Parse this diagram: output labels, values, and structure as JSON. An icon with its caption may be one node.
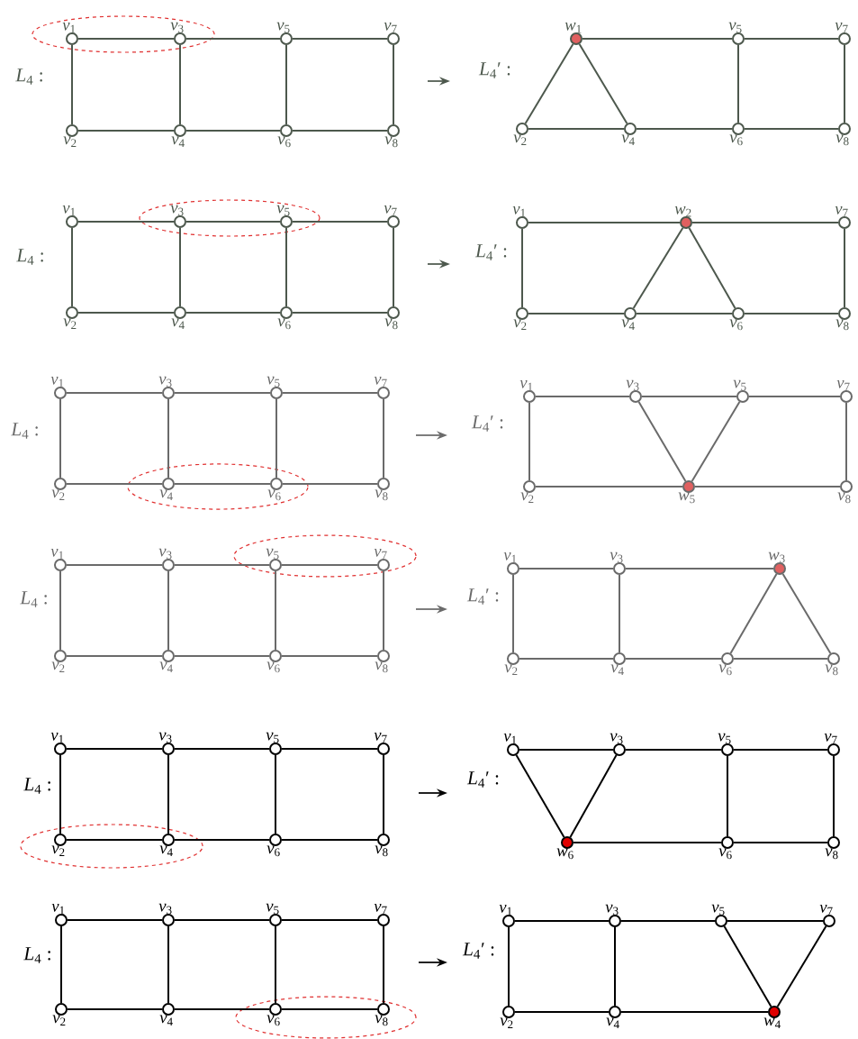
{
  "diagram": {
    "nodes": [
      {
        "text": [],
        "shape": "circle",
        "beside": [
          "*v*$_{1}$"
        ]
      },
      {
        "text": [],
        "shape": "circle",
        "beside": [
          "*v*$_{3}$"
        ]
      },
      {
        "text": [],
        "shape": "circle",
        "beside": [
          "*v*$_{5}$"
        ]
      },
      {
        "text": [],
        "shape": "circle",
        "beside": [
          "*v*$_{7}$"
        ]
      },
      {
        "text": [],
        "shape": "circle",
        "beside": [
          "*v*$_{2}$"
        ]
      },
      {
        "text": [],
        "shape": "circle",
        "beside": [
          "*v*$_{4}$"
        ]
      },
      {
        "text": [],
        "shape": "circle",
        "beside": [
          "*v*$_{6}$"
        ]
      },
      {
        "text": [],
        "shape": "circle",
        "beside": [
          "*v*$_{8}$"
        ]
      },
      {
        "text": [],
        "shape": "circle",
        "beside": [
          "*w*$_{1}$"
        ]
      },
      {
        "text": [],
        "shape": "circle",
        "beside": [
          "*v*$_{5}$"
        ]
      },
      {
        "text": [],
        "shape": "circle",
        "beside": [
          "*v*$_{7}$"
        ]
      },
      {
        "text": [],
        "shape": "circle",
        "beside": [
          "*v*$_{2}$"
        ]
      },
      {
        "text": [],
        "shape": "circle",
        "beside": [
          "*v*$_{4}$"
        ]
      },
      {
        "text": [],
        "shape": "circle",
        "beside": [
          "*v*$_{6}$"
        ]
      },
      {
        "text": [],
        "shape": "circle",
        "beside": [
          "*v*$_{8}$"
        ]
      },
      {
        "text": [],
        "shape": "circle",
        "beside": [
          "*v*$_{1}$"
        ]
      },
      {
        "text": [],
        "shape": "circle",
        "beside": [
          "*v*$_{3}$"
        ]
      },
      {
        "text": [],
        "shape": "circle",
        "beside": [
          "*v*$_{5}$"
        ]
      },
      {
        "text": [],
        "shape": "circle",
        "beside": [
          "*v*$_{7}$"
        ]
      },
      {
        "text": [],
        "shape": "circle",
        "beside": [
          "*v*$_{2}$"
        ]
      },
      {
        "text": [],
        "shape": "circle",
        "beside": [
          "*v*$_{4}$"
        ]
      },
      {
        "text": [],
        "shape": "circle",
        "beside": [
          "*v*$_{6}$"
        ]
      },
      {
        "text": [],
        "shape": "circle",
        "beside": [
          "*v*$_{8}$"
        ]
      },
      {
        "text": [],
        "shape": "circle",
        "beside": [
          "*v*$_{1}$"
        ]
      },
      {
        "text": [],
        "shape": "circle",
        "beside": [
          "*w*$_{2}$"
        ]
      },
      {
        "text": [],
        "shape": "circle",
        "beside": [
          "*v*$_{7}$"
        ]
      },
      {
        "text": [],
        "shape": "circle",
        "beside": [
          "*v*$_{2}$"
        ]
      },
      {
        "text": [],
        "shape": "circle",
        "beside": [
          "*v*$_{4}$"
        ]
      },
      {
        "text": [],
        "shape": "circle",
        "beside": [
          "*v*$_{6}$"
        ]
      },
      {
        "text": [],
        "shape": "circle",
        "beside": [
          "*v*$_{8}$"
        ]
      },
      {
        "text": [],
        "shape": "circle",
        "beside": [
          "*v*$_{1}$"
        ]
      },
      {
        "text": [],
        "shape": "circle",
        "beside": [
          "*v*$_{3}$"
        ]
      },
      {
        "text": [],
        "shape": "circle",
        "beside": [
          "*v*$_{5}$"
        ]
      },
      {
        "text": [],
        "shape": "circle",
        "beside": [
          "*v*$_{7}$"
        ]
      },
      {
        "text": [],
        "shape": "circle",
        "beside": [
          "*v*$_{2}$"
        ]
      },
      {
        "text": [],
        "shape": "circle",
        "beside": [
          "*v*$_{4}$"
        ]
      },
      {
        "text": [],
        "shape": "circle",
        "beside": [
          "*v*$_{6}$"
        ]
      },
      {
        "text": [],
        "shape": "circle",
        "beside": [
          "*v*$_{8}$"
        ]
      },
      {
        "text": [],
        "shape": "circle",
        "beside": [
          "*v*$_{1}$"
        ]
      },
      {
        "text": [],
        "shape": "circle",
        "beside": [
          "*v*$_{3}$"
        ]
      },
      {
        "text": [],
        "shape": "circle",
        "beside": [
          "*v*$_{5}$"
        ]
      },
      {
        "text": [],
        "shape": "circle",
        "beside": [
          "*v*$_{7}$"
        ]
      },
      {
        "text": [],
        "shape": "circle",
        "beside": [
          "*v*$_{2}$"
        ]
      },
      {
        "text": [],
        "shape": "circle",
        "beside": [
          "*w*$_{5}$"
        ]
      },
      {
        "text": [],
        "shape": "circle",
        "beside": [
          "*v*$_{8}$"
        ]
      },
      {
        "text": [],
        "shape": "circle",
        "beside": [
          "*v*$_{1}$"
        ]
      },
      {
        "text": [],
        "shape": "circle",
        "beside": [
          "*v*$_{3}$"
        ]
      },
      {
        "text": [],
        "shape": "circle",
        "beside": [
          "*v*$_{5}$"
        ]
      },
      {
        "text": [],
        "shape": "circle",
        "beside": [
          "*v*$_{7}$"
        ]
      },
      {
        "text": [],
        "shape": "circle",
        "beside": [
          "*v*$_{2}$"
        ]
      },
      {
        "text": [],
        "shape": "circle",
        "beside": [
          "*v*$_{4}$"
        ]
      },
      {
        "text": [],
        "shape": "circle",
        "beside": [
          "*v*$_{6}$"
        ]
      },
      {
        "text": [],
        "shape": "circle",
        "beside": [
          "*v*$_{8}$"
        ]
      },
      {
        "text": [],
        "shape": "circle",
        "beside": [
          "*v*$_{1}$"
        ]
      },
      {
        "text": [],
        "shape": "circle",
        "beside": [
          "*v*$_{3}$"
        ]
      },
      {
        "text": [],
        "shape": "circle",
        "beside": [
          "*w*$_{3}$"
        ]
      },
      {
        "text": [],
        "shape": "circle",
        "beside": [
          "*v*$_{2}$"
        ]
      },
      {
        "text": [],
        "shape": "circle",
        "beside": [
          "*v*$_{4}$"
        ]
      },
      {
        "text": [],
        "shape": "circle",
        "beside": [
          "*v*$_{6}$"
        ]
      },
      {
        "text": [],
        "shape": "circle",
        "beside": [
          "*v*$_{8}$"
        ]
      },
      {
        "text": [],
        "shape": "circle",
        "beside": [
          "*v*$_{1}$"
        ]
      },
      {
        "text": [],
        "shape": "circle",
        "beside": [
          "*v*$_{3}$"
        ]
      },
      {
        "text": [],
        "shape": "circle",
        "beside": [
          "*v*$_{5}$"
        ]
      },
      {
        "text": [],
        "shape": "circle",
        "beside": [
          "*v*$_{7}$"
        ]
      },
      {
        "text": [],
        "shape": "circle",
        "beside": [
          "*v*$_{2}$"
        ]
      },
      {
        "text": [],
        "shape": "circle",
        "beside": [
          "*v*$_{4}$"
        ]
      },
      {
        "text": [],
        "shape": "circle",
        "beside": [
          "*v*$_{6}$"
        ]
      },
      {
        "text": [],
        "shape": "circle",
        "beside": [
          "*v*$_{8}$"
        ]
      },
      {
        "text": [],
        "shape": "circle",
        "beside": [
          "*v*$_{1}$"
        ]
      },
      {
        "text": [],
        "shape": "circle",
        "beside": [
          "*v*$_{3}$"
        ]
      },
      {
        "text": [],
        "shape": "circle",
        "beside": [
          "*v*$_{5}$"
        ]
      },
      {
        "text": [],
        "shape": "circle",
        "beside": [
          "*v*$_{7}$"
        ]
      },
      {
        "text": [],
        "shape": "circle",
        "beside": [
          "*w*$_{6}$"
        ]
      },
      {
        "text": [],
        "shape": "circle",
        "beside": [
          "*v*$_{6}$"
        ]
      },
      {
        "text": [],
        "shape": "circle",
        "beside": [
          "*v*$_{8}$"
        ]
      },
      {
        "text": [],
        "shape": "circle",
        "beside": [
          "*v*$_{1}$"
        ]
      },
      {
        "text": [],
        "shape": "circle",
        "beside": [
          "*v*$_{3}$"
        ]
      },
      {
        "text": [],
        "shape": "circle",
        "beside": [
          "*v*$_{5}$"
        ]
      },
      {
        "text": [],
        "shape": "circle",
        "beside": [
          "*v*$_{7}$"
        ]
      },
      {
        "text": [],
        "shape": "circle",
        "beside": [
          "*v*$_{2}$"
        ]
      },
      {
        "text": [],
        "shape": "circle",
        "beside": [
          "*v*$_{4}$"
        ]
      },
      {
        "text": [],
        "shape": "circle",
        "beside": [
          "*v*$_{6}$"
        ]
      },
      {
        "text": [],
        "shape": "circle",
        "beside": [
          "*v*$_{8}$"
        ]
      },
      {
        "text": [],
        "shape": "circle",
        "beside": [
          "*v*$_{1}$"
        ]
      },
      {
        "text": [],
        "shape": "circle",
        "beside": [
          "*v*$_{3}$"
        ]
      },
      {
        "text": [],
        "shape": "circle",
        "beside": [
          "*v*$_{5}$"
        ]
      },
      {
        "text": [],
        "shape": "circle",
        "beside": [
          "*v*$_{7}$"
        ]
      },
      {
        "text": [],
        "shape": "circle",
        "beside": [
          "*v*$_{2}$"
        ]
      },
      {
        "text": [],
        "shape": "circle",
        "beside": [
          "*v*$_{4}$"
        ]
      },
      {
        "text": [],
        "shape": "circle",
        "beside": [
          "*w*$_{4}$"
        ]
      }
    ],
    "edges": [
      {
        "from": 0,
        "to": 1,
        "arrow": "none"
      },
      {
        "from": 1,
        "to": 2,
        "arrow": "none"
      },
      {
        "from": 2,
        "to": 3,
        "arrow": "none"
      },
      {
        "from": 4,
        "to": 5,
        "arrow": "none"
      },
      {
        "from": 5,
        "to": 6,
        "arrow": "none"
      },
      {
        "from": 6,
        "to": 7,
        "arrow": "none"
      },
      {
        "from": 0,
        "to": 4,
        "arrow": "none"
      },
      {
        "from": 1,
        "to": 5,
        "arrow": "none"
      },
      {
        "from": 2,
        "to": 6,
        "arrow": "none"
      },
      {
        "from": 3,
        "to": 7,
        "arrow": "none"
      },
      {
        "from": 8,
        "to": 11,
        "arrow": "none"
      },
      {
        "from": 8,
        "to": 12,
        "arrow": "none"
      },
      {
        "from": 11,
        "to": 12,
        "arrow": "none"
      },
      {
        "from": 8,
        "to": 9,
        "arrow": "none"
      },
      {
        "from": 12,
        "to": 13,
        "arrow": "none"
      },
      {
        "from": 9,
        "to": 13,
        "arrow": "none"
      },
      {
        "from": 9,
        "to": 10,
        "arrow": "none"
      },
      {
        "from": 13,
        "to": 14,
        "arrow": "none"
      },
      {
        "from": 10,
        "to": 14,
        "arrow": "none"
      },
      {
        "from": 15,
        "to": 16,
        "arrow": "none"
      },
      {
        "from": 16,
        "to": 17,
        "arrow": "none"
      },
      {
        "from": 17,
        "to": 18,
        "arrow": "none"
      },
      {
        "from": 19,
        "to": 20,
        "arrow": "none"
      },
      {
        "from": 20,
        "to": 21,
        "arrow": "none"
      },
      {
        "from": 21,
        "to": 22,
        "arrow": "none"
      },
      {
        "from": 15,
        "to": 19,
        "arrow": "none"
      },
      {
        "from": 16,
        "to": 20,
        "arrow": "none"
      },
      {
        "from": 17,
        "to": 21,
        "arrow": "none"
      },
      {
        "from": 18,
        "to": 22,
        "arrow": "none"
      },
      {
        "from": 23,
        "to": 24,
        "arrow": "none"
      },
      {
        "from": 23,
        "to": 26,
        "arrow": "none"
      },
      {
        "from": 24,
        "to": 27,
        "arrow": "none"
      },
      {
        "from": 24,
        "to": 28,
        "arrow": "none"
      },
      {
        "from": 26,
        "to": 27,
        "arrow": "none"
      },
      {
        "from": 27,
        "to": 28,
        "arrow": "none"
      },
      {
        "from": 24,
        "to": 25,
        "arrow": "none"
      },
      {
        "from": 28,
        "to": 29,
        "arrow": "none"
      },
      {
        "from": 25,
        "to": 29,
        "arrow": "none"
      },
      {
        "from": 30,
        "to": 31,
        "arrow": "none"
      },
      {
        "from": 31,
        "to": 32,
        "arrow": "none"
      },
      {
        "from": 32,
        "to": 33,
        "arrow": "none"
      },
      {
        "from": 34,
        "to": 35,
        "arrow": "none"
      },
      {
        "from": 35,
        "to": 36,
        "arrow": "none"
      },
      {
        "from": 36,
        "to": 37,
        "arrow": "none"
      },
      {
        "from": 30,
        "to": 34,
        "arrow": "none"
      },
      {
        "from": 31,
        "to": 35,
        "arrow": "none"
      },
      {
        "from": 32,
        "to": 36,
        "arrow": "none"
      },
      {
        "from": 33,
        "to": 37,
        "arrow": "none"
      },
      {
        "from": 38,
        "to": 39,
        "arrow": "none"
      },
      {
        "from": 38,
        "to": 42,
        "arrow": "none"
      },
      {
        "from": 39,
        "to": 40,
        "arrow": "none"
      },
      {
        "from": 39,
        "to": 43,
        "arrow": "none"
      },
      {
        "from": 40,
        "to": 43,
        "arrow": "none"
      },
      {
        "from": 40,
        "to": 41,
        "arrow": "none"
      },
      {
        "from": 42,
        "to": 43,
        "arrow": "none"
      },
      {
        "from": 43,
        "to": 44,
        "arrow": "none"
      },
      {
        "from": 41,
        "to": 44,
        "arrow": "none"
      },
      {
        "from": 45,
        "to": 46,
        "arrow": "none"
      },
      {
        "from": 46,
        "to": 47,
        "arrow": "none"
      },
      {
        "from": 47,
        "to": 48,
        "arrow": "none"
      },
      {
        "from": 49,
        "to": 50,
        "arrow": "none"
      },
      {
        "from": 50,
        "to": 51,
        "arrow": "none"
      },
      {
        "from": 51,
        "to": 52,
        "arrow": "none"
      },
      {
        "from": 45,
        "to": 49,
        "arrow": "none"
      },
      {
        "from": 46,
        "to": 50,
        "arrow": "none"
      },
      {
        "from": 47,
        "to": 51,
        "arrow": "none"
      },
      {
        "from": 48,
        "to": 52,
        "arrow": "none"
      },
      {
        "from": 53,
        "to": 54,
        "arrow": "none"
      },
      {
        "from": 54,
        "to": 55,
        "arrow": "none"
      },
      {
        "from": 53,
        "to": 56,
        "arrow": "none"
      },
      {
        "from": 54,
        "to": 57,
        "arrow": "none"
      },
      {
        "from": 56,
        "to": 57,
        "arrow": "none"
      },
      {
        "from": 57,
        "to": 58,
        "arrow": "none"
      },
      {
        "from": 55,
        "to": 58,
        "arrow": "none"
      },
      {
        "from": 55,
        "to": 59,
        "arrow": "none"
      },
      {
        "from": 58,
        "to": 59,
        "arrow": "none"
      },
      {
        "from": 60,
        "to": 61,
        "arrow": "none"
      },
      {
        "from": 61,
        "to": 62,
        "arrow": "none"
      },
      {
        "from": 62,
        "to": 63,
        "arrow": "none"
      },
      {
        "from": 64,
        "to": 65,
        "arrow": "none"
      },
      {
        "from": 65,
        "to": 66,
        "arrow": "none"
      },
      {
        "from": 66,
        "to": 67,
        "arrow": "none"
      },
      {
        "from": 60,
        "to": 64,
        "arrow": "none"
      },
      {
        "from": 61,
        "to": 65,
        "arrow": "none"
      },
      {
        "from": 62,
        "to": 66,
        "arrow": "none"
      },
      {
        "from": 63,
        "to": 67,
        "arrow": "none"
      },
      {
        "from": 68,
        "to": 69,
        "arrow": "none"
      },
      {
        "from": 68,
        "to": 72,
        "arrow": "none"
      },
      {
        "from": 69,
        "to": 72,
        "arrow": "none"
      },
      {
        "from": 69,
        "to": 70,
        "arrow": "none"
      },
      {
        "from": 70,
        "to": 71,
        "arrow": "none"
      },
      {
        "from": 70,
        "to": 73,
        "arrow": "none"
      },
      {
        "from": 71,
        "to": 74,
        "arrow": "none"
      },
      {
        "from": 72,
        "to": 73,
        "arrow": "none"
      },
      {
        "from": 73,
        "to": 74,
        "arrow": "none"
      },
      {
        "from": 75,
        "to": 76,
        "arrow": "none"
      },
      {
        "from": 76,
        "to": 77,
        "arrow": "none"
      },
      {
        "from": 77,
        "to": 78,
        "arrow": "none"
      },
      {
        "from": 79,
        "to": 80,
        "arrow": "none"
      },
      {
        "from": 80,
        "to": 81,
        "arrow": "none"
      },
      {
        "from": 81,
        "to": 82,
        "arrow": "none"
      },
      {
        "from": 75,
        "to": 79,
        "arrow": "none"
      },
      {
        "from": 76,
        "to": 80,
        "arrow": "none"
      },
      {
        "from": 77,
        "to": 81,
        "arrow": "none"
      },
      {
        "from": 78,
        "to": 82,
        "arrow": "none"
      },
      {
        "from": 83,
        "to": 84,
        "arrow": "none"
      },
      {
        "from": 84,
        "to": 85,
        "arrow": "none"
      },
      {
        "from": 85,
        "to": 86,
        "arrow": "none"
      },
      {
        "from": 83,
        "to": 87,
        "arrow": "none"
      },
      {
        "from": 84,
        "to": 88,
        "arrow": "none"
      },
      {
        "from": 85,
        "to": 89,
        "arrow": "none"
      },
      {
        "from": 86,
        "to": 89,
        "arrow": "none"
      },
      {
        "from": 87,
        "to": 88,
        "arrow": "none"
      },
      {
        "from": 88,
        "to": 89,
        "arrow": "none"
      }
    ],
    "labels": [
      "*L*$_{4}$ :",
      "*L*$_{4}$′ :",
      "*L*$_{4}$ :",
      "*L*$_{4}$′ :",
      "*L*$_{4}$ :",
      "*L*$_{4}$′ :",
      "*L*$_{4}$ :",
      "*L*$_{4}$′ :",
      "*L*$_{4}$ :",
      "*L*$_{4}$′ :",
      "*L*$_{4}$ :",
      "*L*$_{4}$′ :"
    ]
  }
}
